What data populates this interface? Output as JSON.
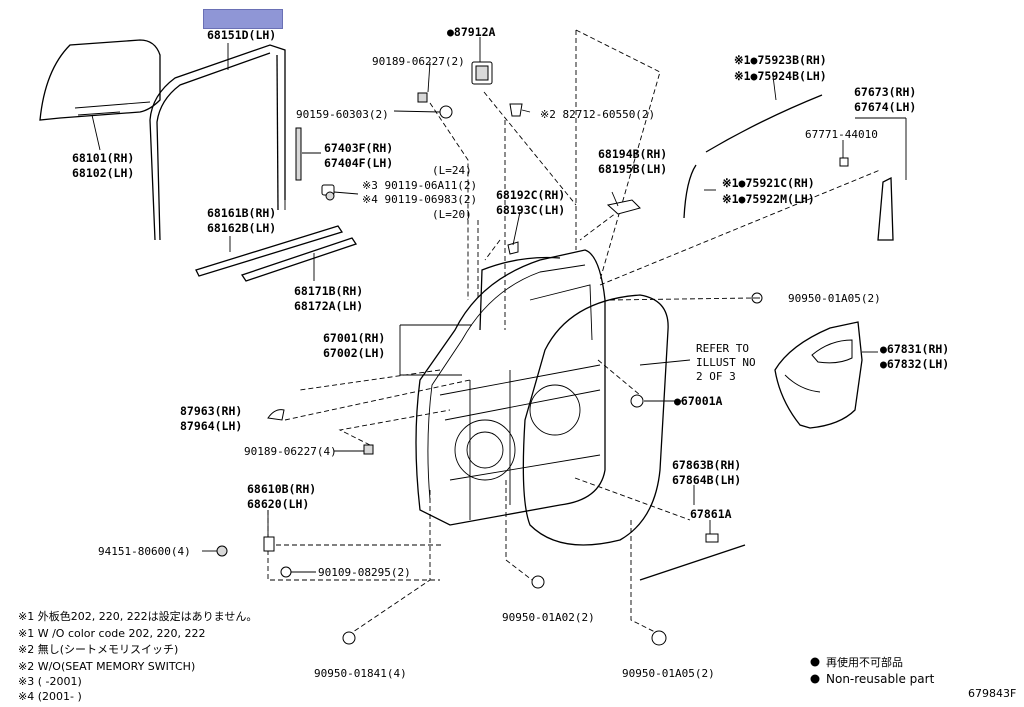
{
  "highlight_color": "#8f96d6",
  "labels": {
    "p68151": "68151D(LH)",
    "p87912": "●87912A",
    "p90189a": "90189-06227(2)",
    "p90159": "90159-60303(2)",
    "p82712": "※2 82712-60550(2)",
    "p75923": "※1●75923B(RH)",
    "p75924": "※1●75924B(LH)",
    "p67673": "67673(RH)",
    "p67674": "67674(LH)",
    "p67771": "67771-44010",
    "p68101": "68101(RH)",
    "p68102": "68102(LH)",
    "p67403": "67403F(RH)",
    "p67404": "67404F(LH)",
    "pL24": "(L=24)",
    "p90119a": "※3 90119-06A11(2)",
    "p90119b": "※4 90119-06983(2)",
    "pL20": "(L=20)",
    "p68194": "68194B(RH)",
    "p68195": "68195B(LH)",
    "p75921": "※1●75921C(RH)",
    "p75922": "※1●75922M(LH)",
    "p68192": "68192C(RH)",
    "p68193": "68193C(LH)",
    "p68161": "68161B(RH)",
    "p68162": "68162B(LH)",
    "p68171": "68171B(RH)",
    "p68172": "68172A(LH)",
    "p90950a": "90950-01A05(2)",
    "p67001": "67001(RH)",
    "p67002": "67002(LH)",
    "refer1": "REFER TO",
    "refer2": "ILLUST NO",
    "refer3": "2 OF 3",
    "p67831": "●67831(RH)",
    "p67832": "●67832(LH)",
    "p67001a": "●67001A",
    "p87963": "87963(RH)",
    "p87964": "87964(LH)",
    "p90189b": "90189-06227(4)",
    "p67863": "67863B(RH)",
    "p67864": "67864B(LH)",
    "p68610": "68610B(RH)",
    "p68620": "68620(LH)",
    "p67861": "67861A",
    "p94151": "94151-80600(4)",
    "p90109": "90109-08295(2)",
    "p90950b": "90950-01A02(2)",
    "p90950c": "90950-01841(4)",
    "p90950d": "90950-01A05(2)"
  },
  "notes": {
    "n1": "※1  外板色202, 220, 222は設定はありません。",
    "n2": "※1  W /O color code 202, 220, 222",
    "n3": "※2  無し(シートメモリスイッチ)",
    "n4": "※2  W/O(SEAT MEMORY SWITCH)",
    "n5": "※3 (      -2001)",
    "n6": "※4 (2001-      )"
  },
  "legend": {
    "jp": "再使用不可部品",
    "en": "Non-reusable part"
  },
  "diagram_id": "679843F"
}
